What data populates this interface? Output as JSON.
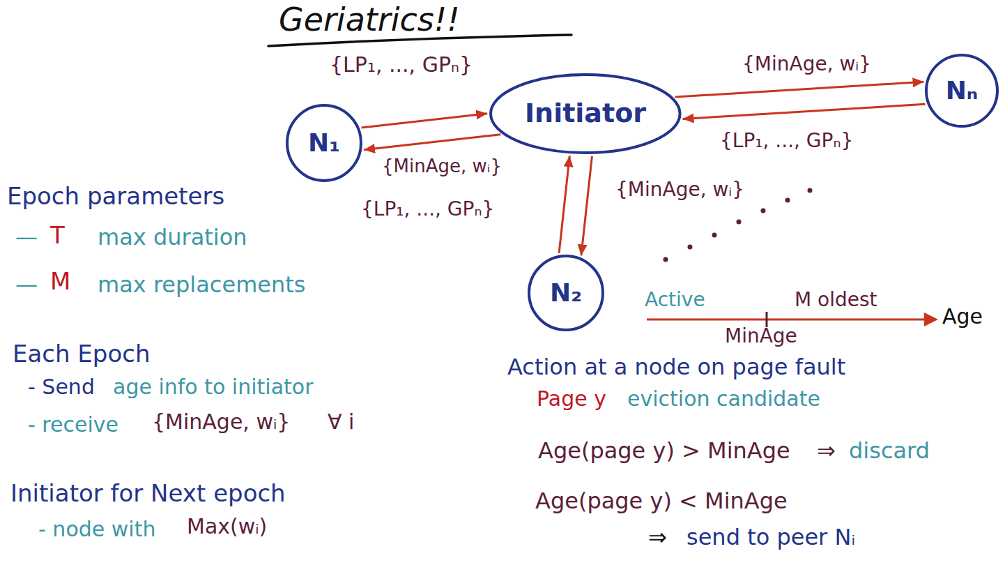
{
  "diagram": {
    "title": "Geriatrics!!",
    "nodes": [
      {
        "text": [
          "N₁"
        ]
      },
      {
        "text": [
          "Initiator"
        ]
      },
      {
        "text": [
          "Nₙ"
        ]
      },
      {
        "text": [
          "N₂"
        ]
      }
    ],
    "edges": [
      {
        "from": 0,
        "to": 1,
        "arrow": "to",
        "label": "{LP₁, ..., GPₙ}"
      },
      {
        "from": 1,
        "to": 0,
        "arrow": "to",
        "label": "{MinAge, wᵢ}"
      },
      {
        "from": 1,
        "to": 2,
        "arrow": "to",
        "label": "{MinAge, wᵢ}"
      },
      {
        "from": 2,
        "to": 1,
        "arrow": "to",
        "label": "{LP₁, ..., GPₙ}"
      },
      {
        "from": 3,
        "to": 1,
        "arrow": "to",
        "label": "{LP₁, ..., GPₙ}"
      },
      {
        "from": 1,
        "to": 3,
        "arrow": "to",
        "label": "{MinAge, wᵢ}"
      }
    ],
    "labels": [
      "Epoch parameters",
      "—",
      "T",
      "max duration",
      "—",
      "M",
      "max replacements",
      "Each Epoch",
      "- Send",
      "age info to initiator",
      "- receive",
      "{MinAge, wᵢ}",
      "∀ i",
      "Initiator for Next epoch",
      "- node with",
      "Max(wᵢ)",
      "Active",
      "M oldest",
      "MinAge",
      "Age",
      "Action at a node on page fault",
      "Page y",
      "eviction candidate",
      "Age(page y) > MinAge",
      "⇒",
      "discard",
      "Age(page y) < MinAge",
      "⇒",
      "send to peer Nᵢ"
    ]
  }
}
